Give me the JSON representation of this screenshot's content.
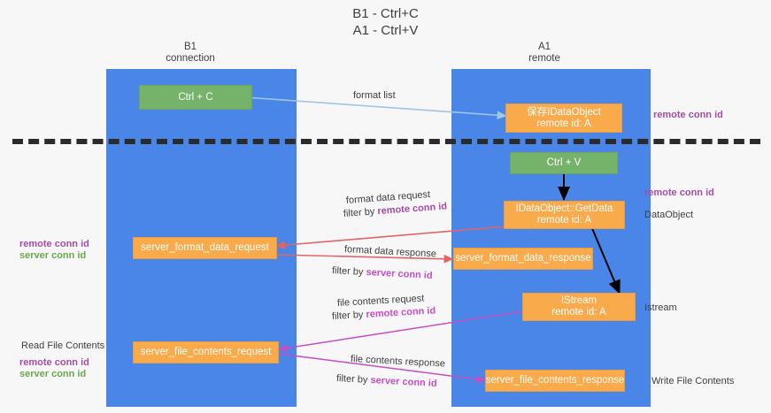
{
  "title": "B1 - Ctrl+C\nA1 - Ctrl+V",
  "columns": {
    "left": "B1\nconnection",
    "right": "A1\nremote"
  },
  "boxes": {
    "ctrl_c": "Ctrl + C",
    "ctrl_v": "Ctrl + V",
    "idataobject": "保存IDataObject\nremote id: A",
    "getdata": "IDataObject::GetData\nremote id: A",
    "server_format_data_request": "server_format_data_request",
    "server_format_data_response": "server_format_data_response",
    "istream": "IStream\nremote id: A",
    "server_file_contents_request": "server_file_contents_request",
    "server_file_contents_response": "server_file_contents_response"
  },
  "edge_labels": {
    "format_list": "format list",
    "format_data_request": "format data request",
    "format_data_request_filter_prefix": "filter by ",
    "format_data_request_filter_key": "remote conn id",
    "format_data_response": "format data response",
    "format_data_response_filter_prefix": "filter by ",
    "format_data_response_filter_key": "server conn id",
    "file_contents_request": "file contents request",
    "file_contents_request_filter_prefix": "filter by ",
    "file_contents_request_filter_key": "remote conn id",
    "file_contents_response": "file contents response",
    "file_contents_response_filter_prefix": "filter by ",
    "file_contents_response_filter_key": "server conn id"
  },
  "right_annotations": {
    "remote_conn_id_top": "remote conn id",
    "remote_conn_id_mid": "remote conn id",
    "dataobject": "DataObject",
    "istream": "Istream",
    "write_file_contents": "Write File Contents"
  },
  "left_annotations": {
    "remote_conn_id": "remote conn id",
    "server_conn_id": "server conn id",
    "read_file_contents": "Read File Contents",
    "remote_conn_id_2": "remote conn id",
    "server_conn_id_2": "server conn id"
  },
  "colors": {
    "lane": "#4a86e8",
    "green_box": "#76b36a",
    "orange_box": "#f9aa4b",
    "purple": "#a64ca6",
    "magenta": "#c44fc4",
    "green_text": "#6aa84f",
    "red_arrow": "#e06666",
    "blue_arrow": "#9fc5e8",
    "black_arrow": "#000000",
    "background": "#f7f7f7"
  }
}
